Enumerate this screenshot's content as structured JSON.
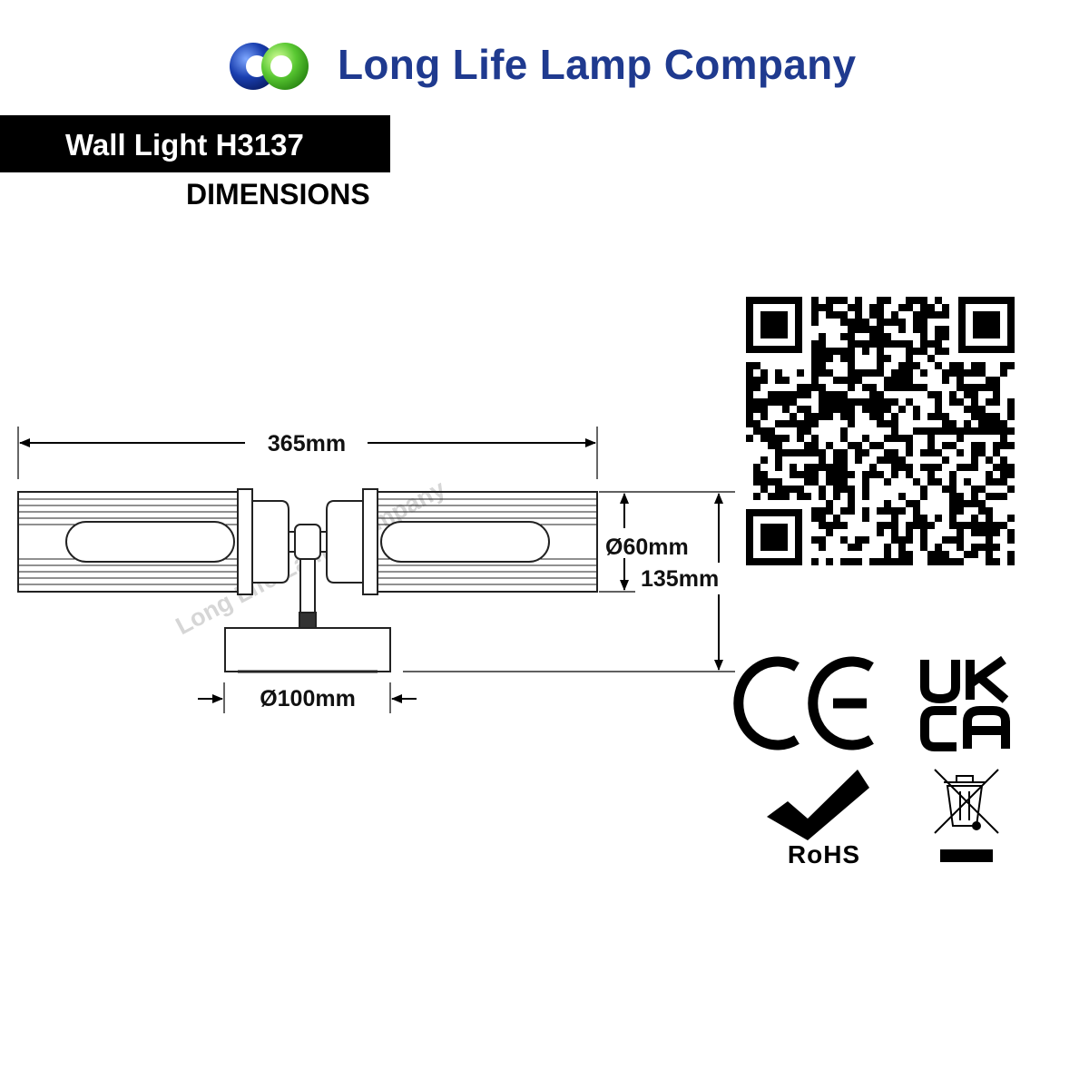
{
  "header": {
    "logo_icon": "double-ring-logo",
    "brand_name": "Long Life Lamp Company",
    "brand_color": "#1f3a8f"
  },
  "product": {
    "title": "Wall Light H3137",
    "subtitle": "DIMENSIONS"
  },
  "dimensions": {
    "overall_width": "365mm",
    "tube_diameter": "Ø60mm",
    "overall_height": "135mm",
    "base_diameter": "Ø100mm"
  },
  "watermark": "Long Life Lamp Company",
  "certifications": {
    "ce": "CE",
    "ukca_line1": "UK",
    "ukca_line2": "CA",
    "rohs": "RoHS",
    "weee_icon": "crossed-bin-icon"
  },
  "qr_icon": "qr-code-icon"
}
